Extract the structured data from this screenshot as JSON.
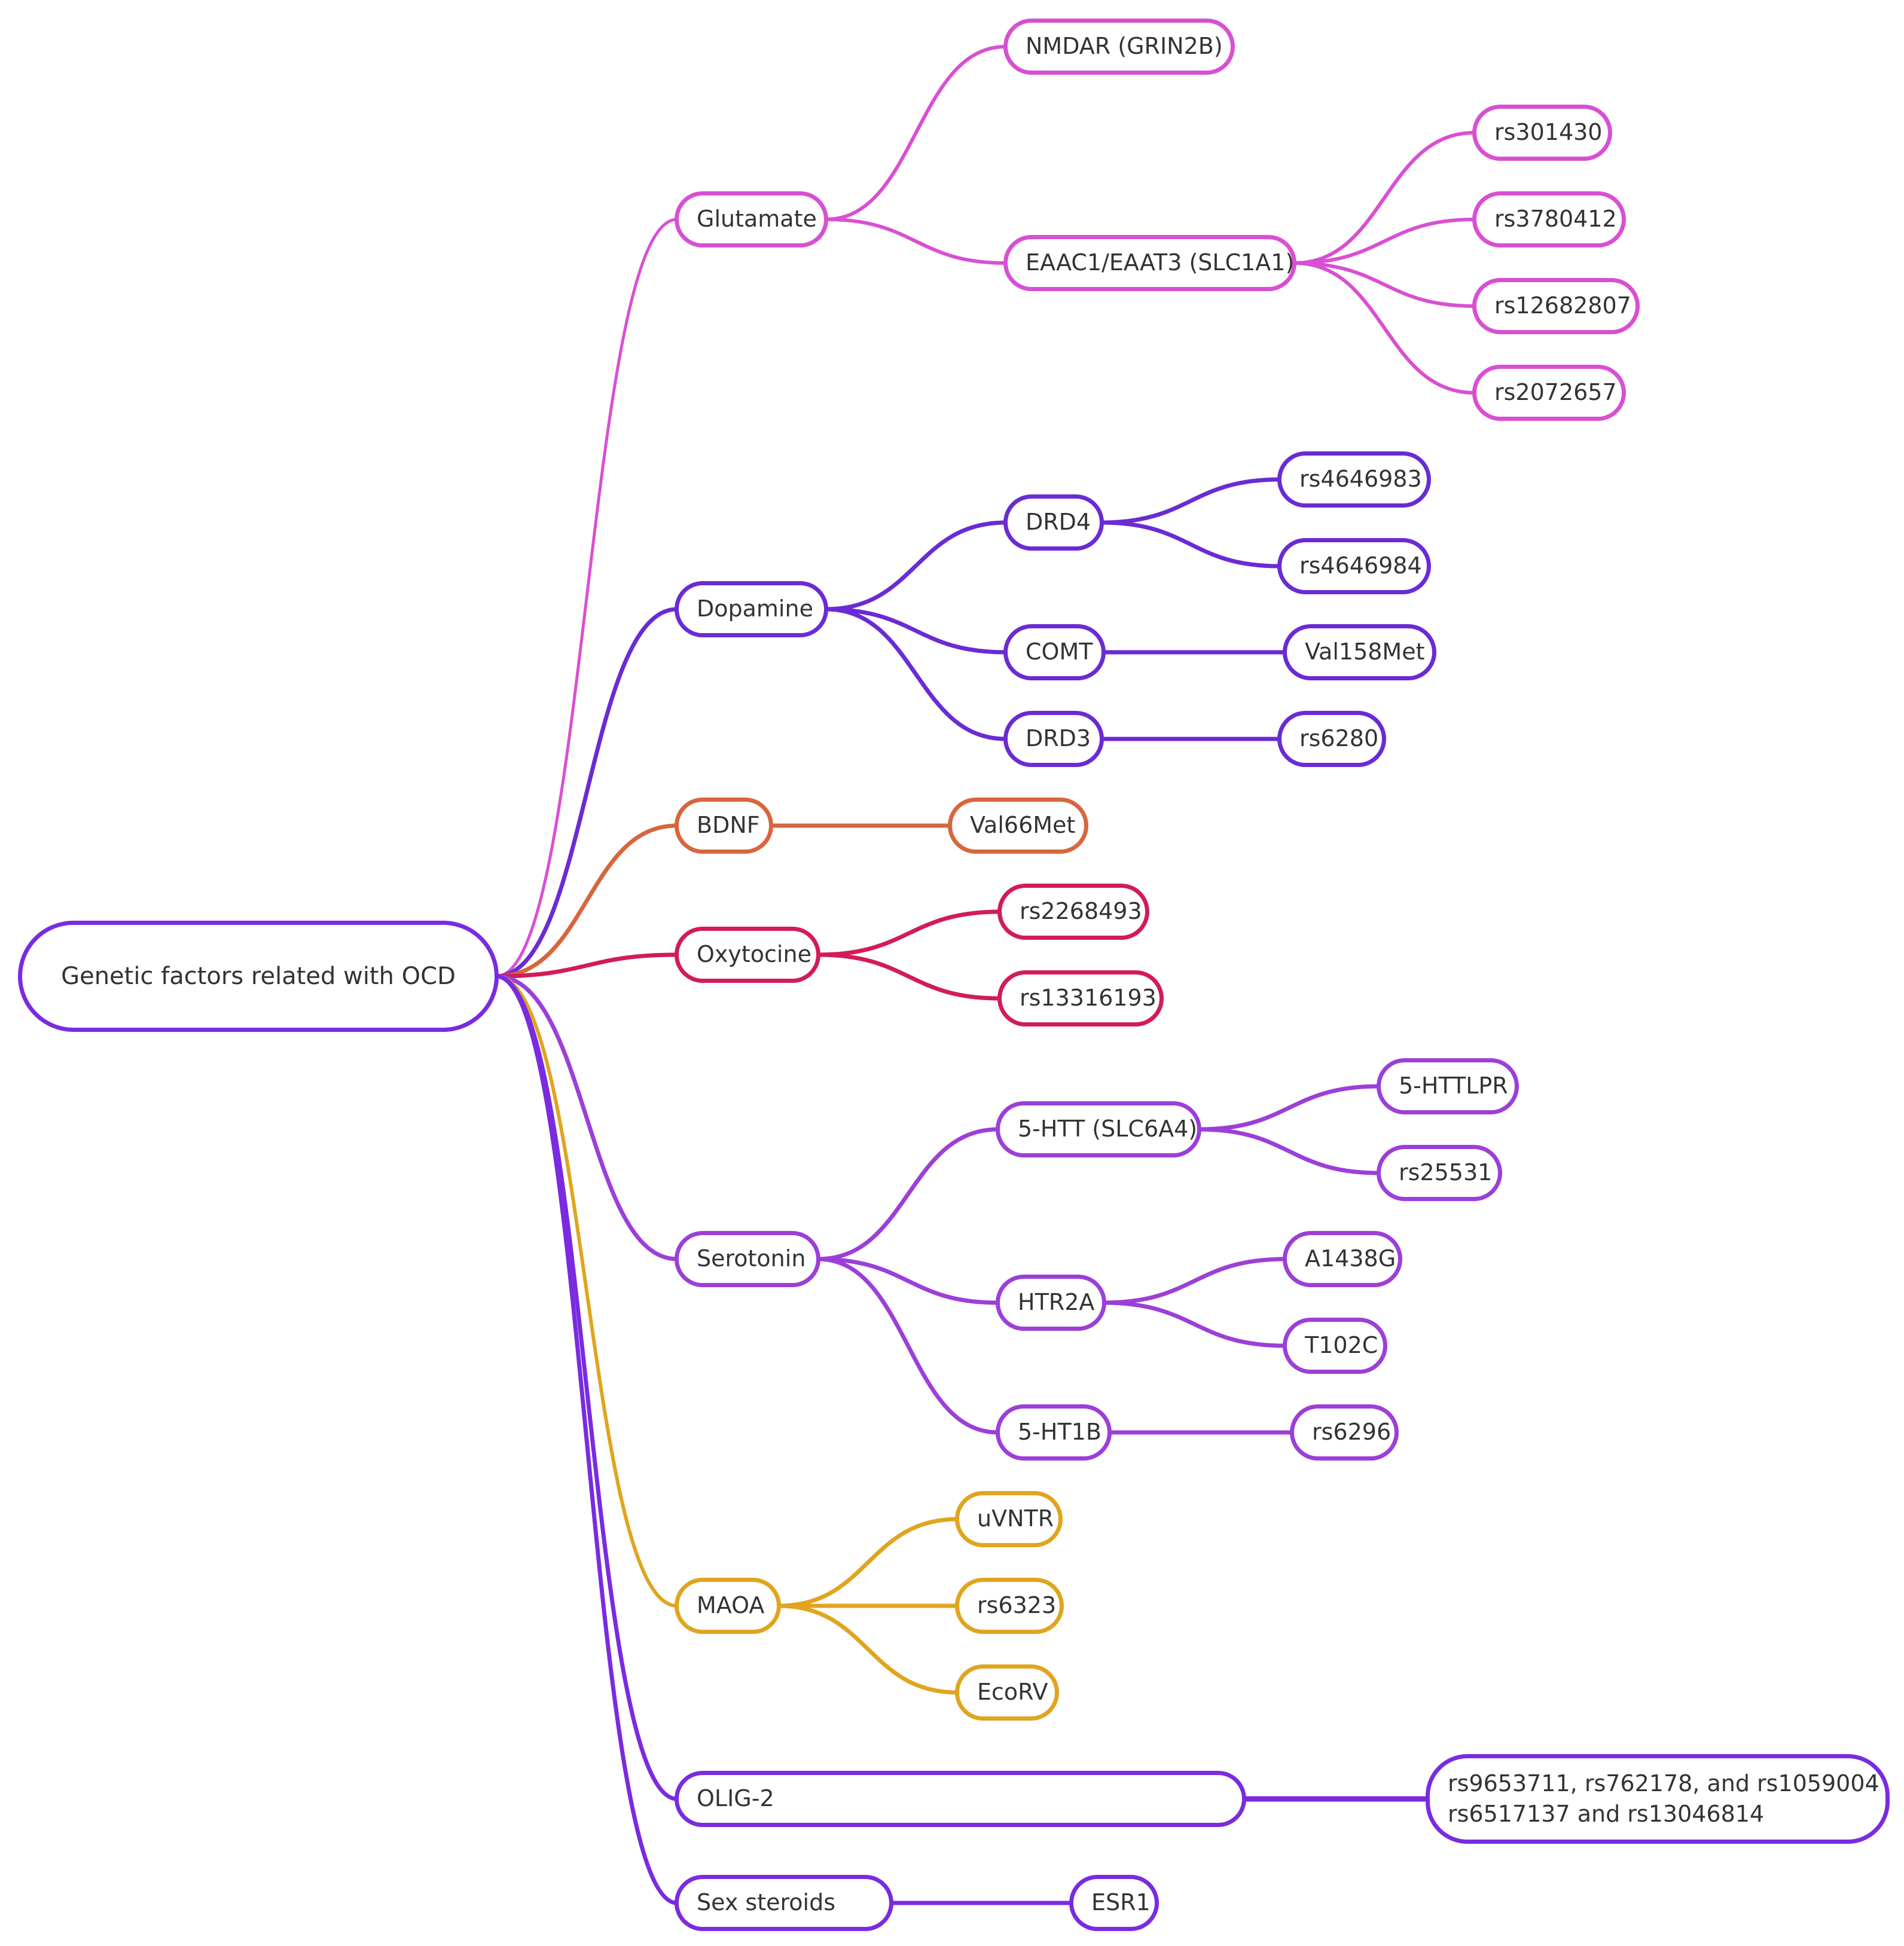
{
  "title": "Genetic factors related with OCD",
  "colors": {
    "glutamate": "#d94fd3",
    "dopamine": "#6a2bd4",
    "bdnf": "#d7663e",
    "oxytocine": "#d21c56",
    "serotonin": "#9c3fd8",
    "maoa": "#e0a51e",
    "olig2": "#7a2be0",
    "sex_steroids": "#7a2be0",
    "root": "#7a2be0"
  },
  "nodes": {
    "root": "Genetic factors related with OCD",
    "glutamate": "Glutamate",
    "nmdar": "NMDAR (GRIN2B)",
    "eaac1": "EAAC1/EAAT3 (SLC1A1)",
    "rs301430": "rs301430",
    "rs3780412": "rs3780412",
    "rs12682807": "rs12682807",
    "rs2072657": "rs2072657",
    "dopamine": "Dopamine",
    "drd4": "DRD4",
    "rs4646983": "rs4646983",
    "rs4646984": "rs4646984",
    "comt": "COMT",
    "val158met": "Val158Met",
    "drd3": "DRD3",
    "rs6280": "rs6280",
    "bdnf": "BDNF",
    "val66met": "Val66Met",
    "oxytocine": "Oxytocine",
    "rs2268493": "rs2268493",
    "rs13316193": "rs13316193",
    "serotonin": "Serotonin",
    "htt": "5-HTT (SLC6A4)",
    "httlpr": "5-HTTLPR",
    "rs25531": "rs25531",
    "htr2a": "HTR2A",
    "a1438g": "A1438G",
    "t102c": "T102C",
    "ht1b": "5-HT1B",
    "rs6296": "rs6296",
    "maoa": "MAOA",
    "uvntr": "uVNTR",
    "rs6323": "rs6323",
    "ecorv": "EcoRV",
    "olig2": "OLIG-2",
    "olig2_snps_line1": "rs9653711, rs762178, and rs1059004",
    "olig2_snps_line2": "rs6517137 and rs13046814",
    "sex_steroids": "Sex steroids",
    "esr1": "ESR1"
  }
}
